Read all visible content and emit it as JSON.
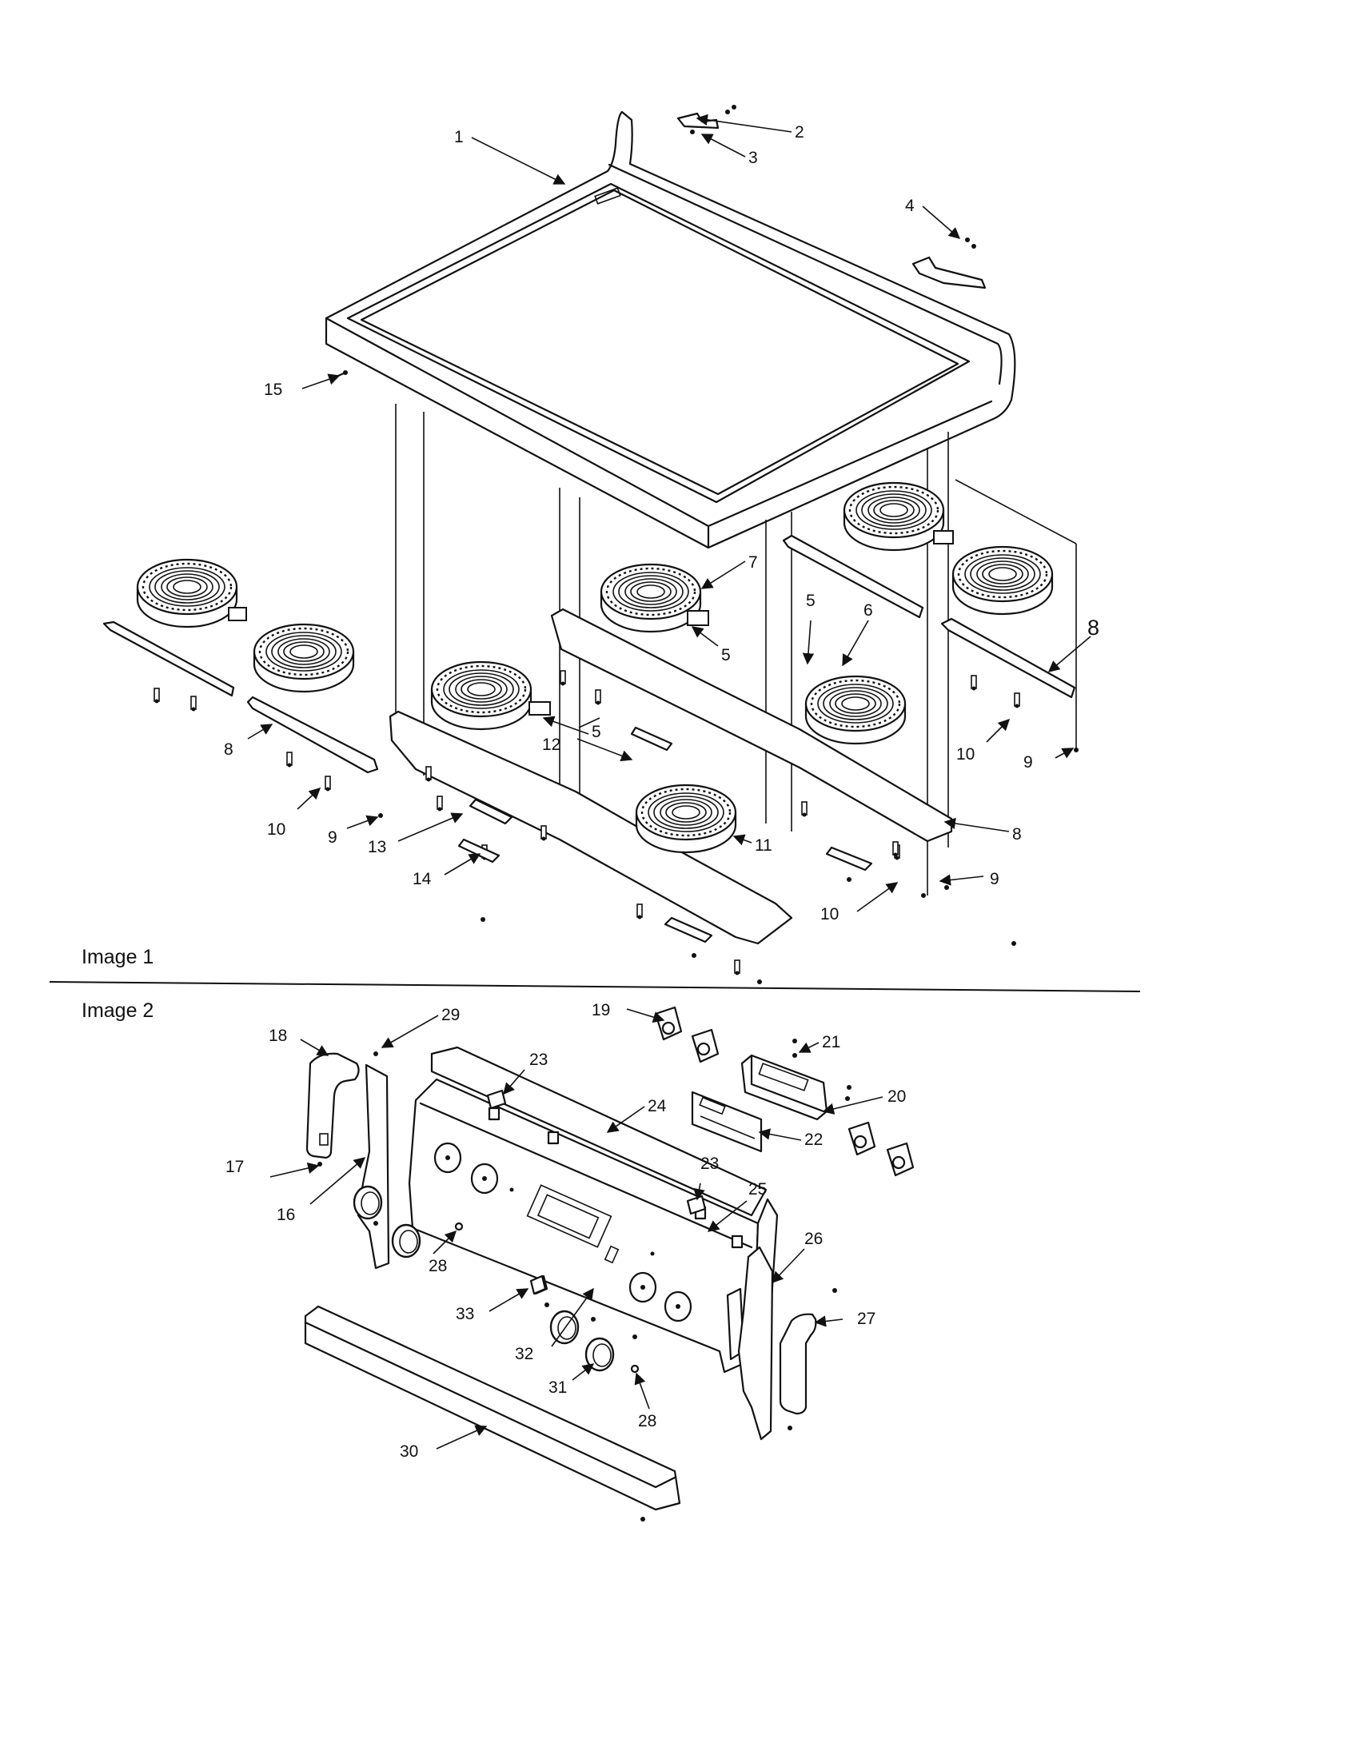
{
  "sections": [
    {
      "id": "image-1",
      "label": "Image 1"
    },
    {
      "id": "image-2",
      "label": "Image 2"
    }
  ],
  "callouts": {
    "c1": "1",
    "c2": "2",
    "c3": "3",
    "c4": "4",
    "c5a": "5",
    "c5b": "5",
    "c5c": "5",
    "c6": "6",
    "c7": "7",
    "c8a": "8",
    "c8b": "8",
    "c8c": "8",
    "c9a": "9",
    "c9b": "9",
    "c9c": "9",
    "c10a": "10",
    "c10b": "10",
    "c10c": "10",
    "c11": "11",
    "c12": "12",
    "c13": "13",
    "c14": "14",
    "c15": "15",
    "c16": "16",
    "c17": "17",
    "c18": "18",
    "c19": "19",
    "c20": "20",
    "c21": "21",
    "c22": "22",
    "c23a": "23",
    "c23b": "23",
    "c24": "24",
    "c25": "25",
    "c26": "26",
    "c27": "27",
    "c28a": "28",
    "c28b": "28",
    "c29": "29",
    "c30": "30",
    "c31": "31",
    "c32": "32",
    "c33": "33"
  }
}
